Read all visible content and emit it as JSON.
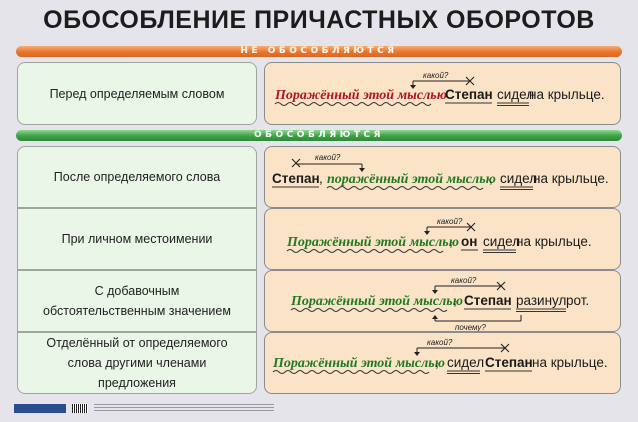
{
  "title": "ОБОСОБЛЕНИЕ ПРИЧАСТНЫХ ОБОРОТОВ",
  "bands": {
    "not_separated": "НЕ ОБОСОБЛЯЮТСЯ",
    "separated": "ОБОСОБЛЯЮТСЯ"
  },
  "rows": [
    {
      "label": "Перед определяемым словом",
      "sentence": [
        {
          "t": "Поражённый этой мыслью",
          "style": "participle"
        },
        {
          "t": " "
        },
        {
          "t": "Степан",
          "style": "subject"
        },
        {
          "t": " "
        },
        {
          "t": "сидел",
          "style": "predicate"
        },
        {
          "t": " на крыльце."
        }
      ],
      "question": "какой?"
    },
    {
      "label": "После определяемого слова",
      "sentence": [
        {
          "t": "Степан",
          "style": "subject"
        },
        {
          "t": ", "
        },
        {
          "t": "поражённый этой мыслью",
          "style": "participle"
        },
        {
          "t": ", "
        },
        {
          "t": "сидел",
          "style": "predicate"
        },
        {
          "t": " на крыльце."
        }
      ],
      "question": "какой?"
    },
    {
      "label": "При личном местоимении",
      "sentence": [
        {
          "t": "Поражённый этой мыслью",
          "style": "participle"
        },
        {
          "t": ", "
        },
        {
          "t": "он",
          "style": "subject"
        },
        {
          "t": " "
        },
        {
          "t": "сидел",
          "style": "predicate"
        },
        {
          "t": " на крыльце."
        }
      ],
      "question": "какой?"
    },
    {
      "label": "С добавочным обстоятельственным значением",
      "sentence": [
        {
          "t": "Поражённый этой мыслью",
          "style": "participle"
        },
        {
          "t": ", "
        },
        {
          "t": "Степан",
          "style": "subject"
        },
        {
          "t": " "
        },
        {
          "t": "разинул",
          "style": "predicate"
        },
        {
          "t": " рот."
        }
      ],
      "question": "какой?",
      "question2": "почему?"
    },
    {
      "label": "Отделённый от определяемого слова другими членами предложения",
      "sentence": [
        {
          "t": "Поражённый этой мыслью",
          "style": "participle"
        },
        {
          "t": ", "
        },
        {
          "t": "сидел",
          "style": "predicate"
        },
        {
          "t": " "
        },
        {
          "t": "Степан",
          "style": "subject"
        },
        {
          "t": " на крыльце."
        }
      ],
      "question": "какой?"
    }
  ],
  "colors": {
    "participle_red": "#b0141e",
    "participle_green": "#1f7a22",
    "underline": "#333333",
    "left_cell": "#eaf6e8",
    "right_cell": "#fbe3c8"
  }
}
